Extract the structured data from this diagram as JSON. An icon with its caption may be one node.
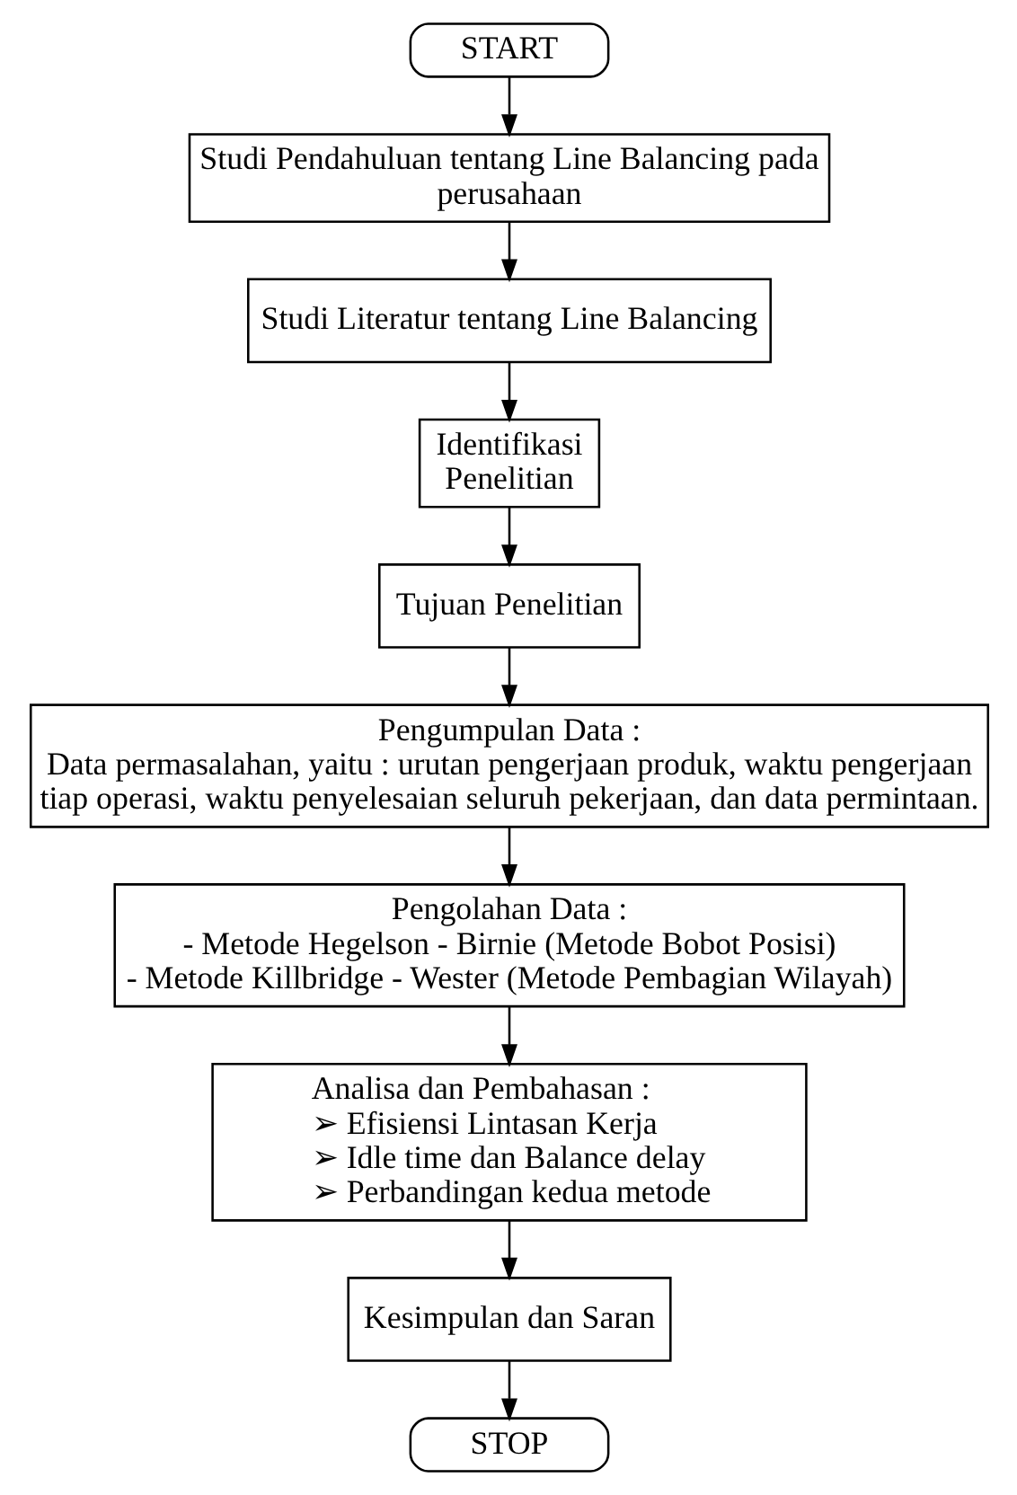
{
  "diagram": {
    "nodes": [
      {
        "text": [
          "START"
        ]
      },
      {
        "text": [
          "Studi Pendahuluan tentang Line Balancing pada perusahaan"
        ]
      },
      {
        "text": [
          "Studi Literatur tentang Line Balancing"
        ]
      },
      {
        "text": [
          "Identifikasi Penelitian"
        ]
      },
      {
        "text": [
          "Tujuan Penelitian"
        ]
      },
      {
        "text": [
          "Pengumpulan Data :",
          "Data permasalahan, yaitu : urutan pengerjaan produk, waktu pengerjaan tiap operasi, waktu penyelesaian seluruh pekerjaan, dan data permintaan."
        ]
      },
      {
        "text": [
          "Pengolahan Data :",
          "- Metode Hegelson - Birnie (Metode Bobot Posisi)",
          "- Metode Killbridge - Wester (Metode Pembagian Wilayah)"
        ]
      },
      {
        "text": [
          "Analisa dan Pembahasan :",
          "➢ Efisiensi Lintasan Kerja",
          "➢ Idle time dan Balance delay",
          "➢ Perbandingan kedua metode"
        ]
      },
      {
        "text": [
          "Kesimpulan dan Saran"
        ]
      },
      {
        "text": [
          "STOP"
        ]
      }
    ],
    "edges": [
      {
        "from": 0,
        "to": 1,
        "arrow": "to"
      },
      {
        "from": 1,
        "to": 2,
        "arrow": "to"
      },
      {
        "from": 2,
        "to": 3,
        "arrow": "to"
      },
      {
        "from": 3,
        "to": 4,
        "arrow": "to"
      },
      {
        "from": 4,
        "to": 5,
        "arrow": "to"
      },
      {
        "from": 5,
        "to": 6,
        "arrow": "to"
      },
      {
        "from": 6,
        "to": 7,
        "arrow": "to"
      },
      {
        "from": 7,
        "to": 8,
        "arrow": "to"
      },
      {
        "from": 8,
        "to": 9,
        "arrow": "to"
      }
    ]
  }
}
